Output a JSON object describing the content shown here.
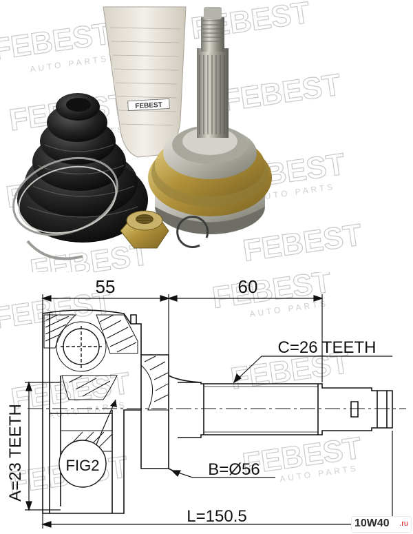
{
  "watermark": {
    "brand": "FEBEST",
    "sub": "AUTO PARTS"
  },
  "grease_tube": {
    "brand": "FEBEST"
  },
  "dimensions": {
    "left_length": "55",
    "right_length": "60",
    "spline_outer": "C=26 TEETH",
    "spline_inner": "A=23 TEETH",
    "diameter": "B=Ø56",
    "total_length": "L=150.5",
    "figure_label": "FIG2"
  },
  "site_badge": {
    "main": "10W40",
    "suffix": ".ru"
  }
}
